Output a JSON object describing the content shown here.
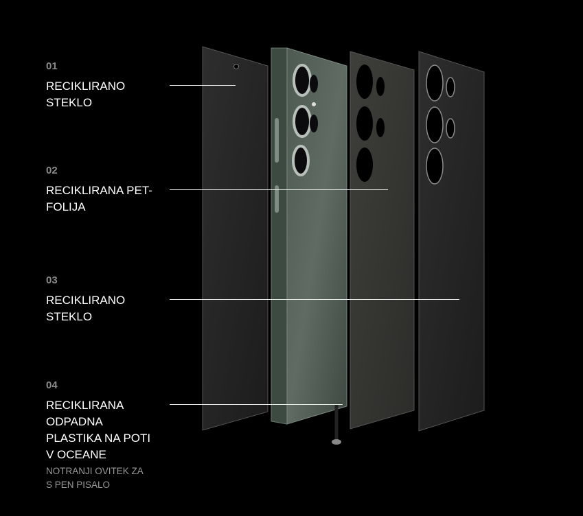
{
  "layers": [
    {
      "number": "01",
      "title": "RECIKLIRANO STEKLO"
    },
    {
      "number": "02",
      "title": "RECIKLIRANA PET-FOLIJA"
    },
    {
      "number": "03",
      "title": "RECIKLIRANO STEKLO"
    },
    {
      "number": "04",
      "title": "RECIKLIRANA ODPADNA PLASTIKA NA POTI V OCEANE",
      "subtitle": "NOTRANJI OVITEK ZA S PEN PISALO"
    }
  ]
}
